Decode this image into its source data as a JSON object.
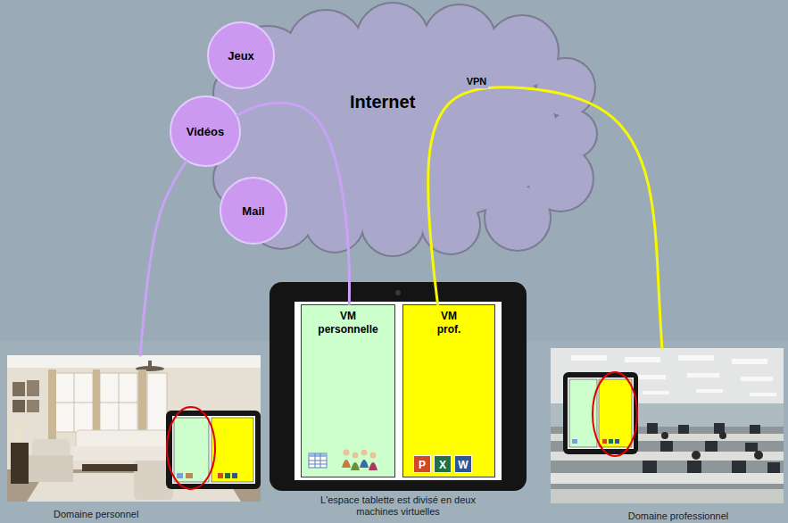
{
  "diagram": {
    "nodes": [
      {
        "text": [
          "Internet"
        ]
      },
      {
        "text": [
          "Jeux"
        ]
      },
      {
        "text": [
          "Vidéos"
        ]
      },
      {
        "text": [
          "Mail"
        ]
      },
      {
        "text": [
          "Domaine personnel"
        ]
      },
      {
        "text": [
          "L'espace tablette est divisé en deux machines virtuelles"
        ]
      },
      {
        "text": [
          "VM personnelle"
        ],
        "in": 5
      },
      {
        "text": [
          "VM prof."
        ],
        "in": 5
      },
      {
        "text": [
          "Domaine professionnel"
        ]
      }
    ],
    "edges": [
      {
        "from": 4,
        "to": 2,
        "arrow": "none"
      },
      {
        "from": 2,
        "to": 6,
        "arrow": "none"
      },
      {
        "from": 7,
        "to": 8,
        "label": "VPN",
        "arrow": "none"
      }
    ],
    "labels": [
      "P",
      "X",
      "W"
    ]
  }
}
